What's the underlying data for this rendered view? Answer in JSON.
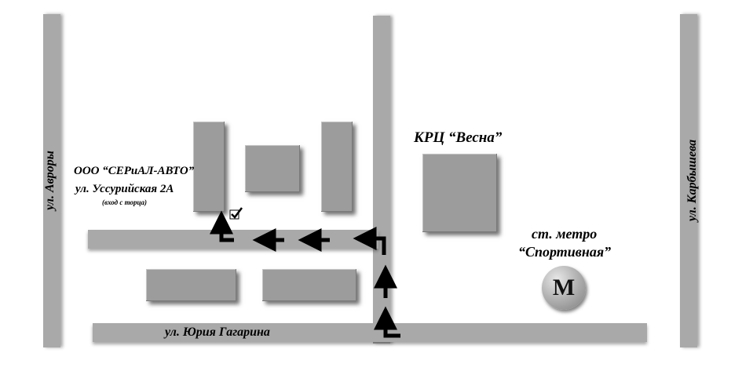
{
  "streets": {
    "avrory": "ул. Авроры",
    "karbysheva": "ул. Карбышева",
    "gagarina": "ул. Юрия Гагарина"
  },
  "company": {
    "name": "ООО “СЕРиАЛ-АВТО”",
    "address": "ул. Уссурийская 2А",
    "entrance_note": "(вход с торца)"
  },
  "landmark": {
    "name": "КРЦ “Весна”"
  },
  "metro": {
    "label_line1": "ст. метро",
    "label_line2": "“Спортивная”",
    "symbol": "M"
  },
  "colors": {
    "road": "#a9a9a9",
    "building": "#9c9c9c",
    "route": "#000000"
  }
}
